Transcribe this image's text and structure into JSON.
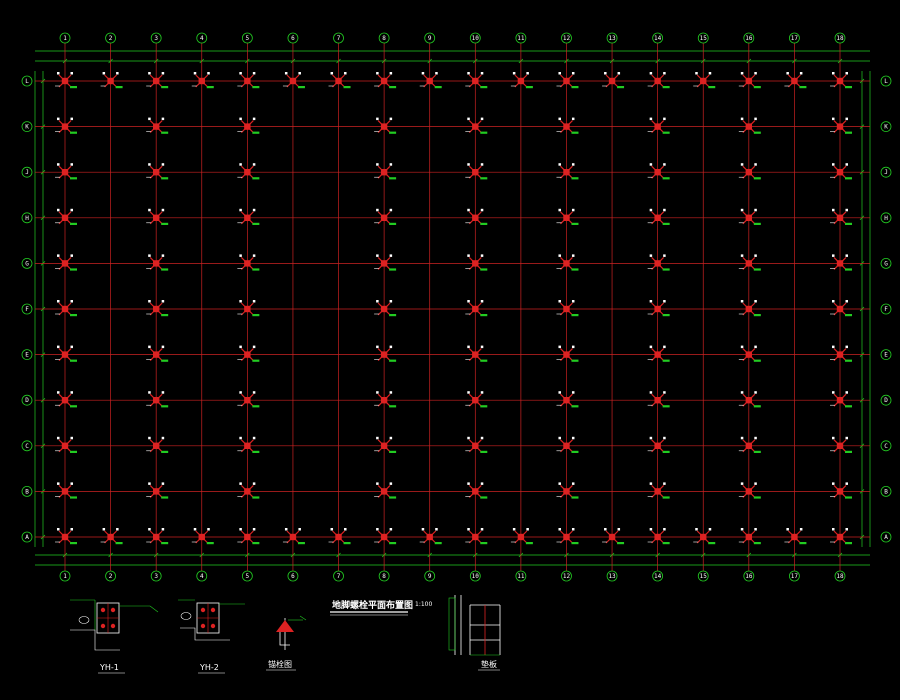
{
  "drawing": {
    "plan_title": "地脚螺栓平面布置图",
    "plan_scale": "1:100",
    "colors": {
      "background": "#000000",
      "grid_line": "#cc2222",
      "dimension": "#22cc22",
      "axis_bubble": "#22cc22",
      "anchor_fill": "#dd2222",
      "annotation": "#ffffff"
    }
  },
  "axes": {
    "columns": [
      "1",
      "2",
      "3",
      "4",
      "5",
      "6",
      "7",
      "8",
      "9",
      "10",
      "11",
      "12",
      "13",
      "14",
      "15",
      "16",
      "17",
      "18"
    ],
    "rows": [
      "L",
      "K",
      "J",
      "H",
      "G",
      "F",
      "E",
      "D",
      "C",
      "B",
      "A"
    ]
  },
  "details": [
    {
      "id": "yh1",
      "label": "YH-1"
    },
    {
      "id": "yh2",
      "label": "YH-2"
    },
    {
      "id": "anchor",
      "label": "锚栓图"
    },
    {
      "id": "plate",
      "label": "垫板"
    }
  ]
}
